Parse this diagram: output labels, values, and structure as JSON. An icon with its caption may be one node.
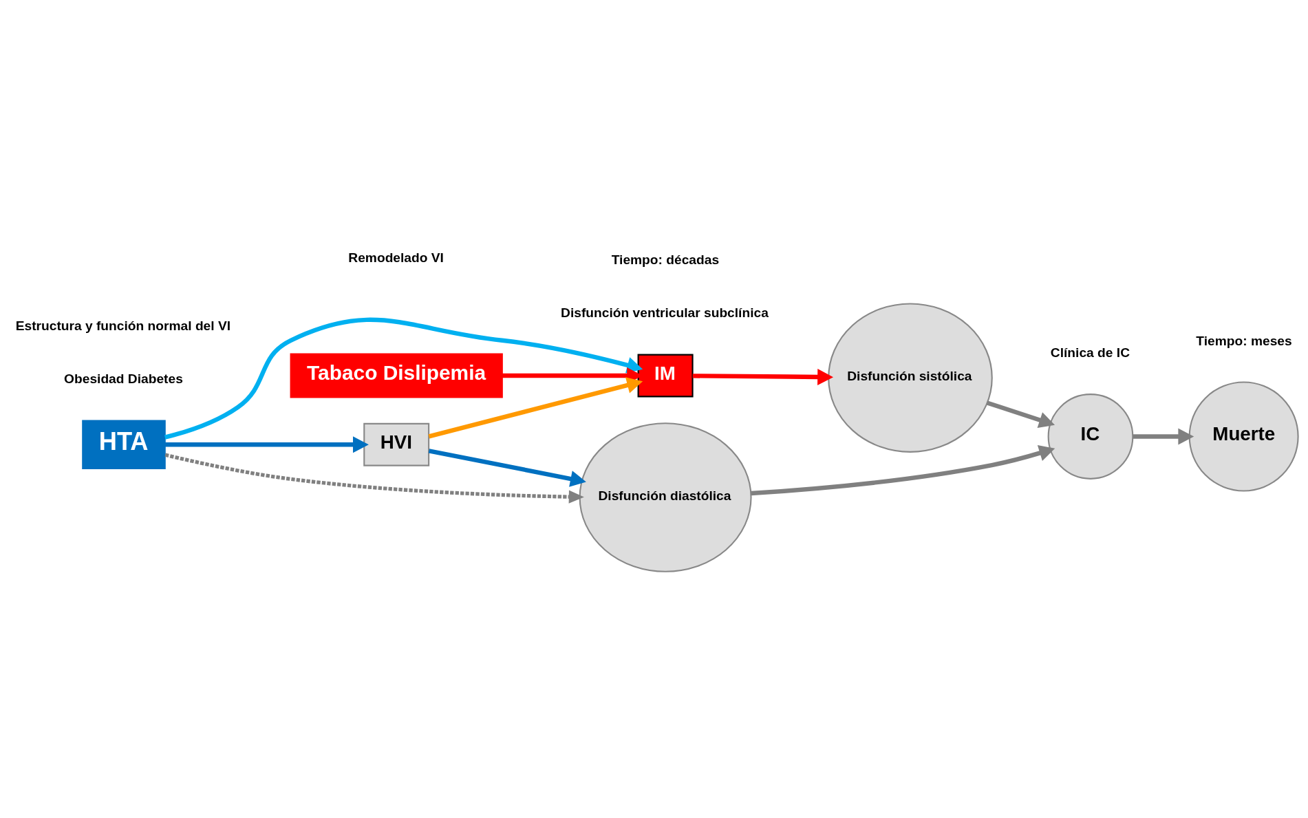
{
  "diagram": {
    "nodes": [
      {
        "text": [
          "HTA"
        ]
      },
      {
        "text": [
          "Tabaco Dislipemia"
        ]
      },
      {
        "text": [
          "HVI"
        ]
      },
      {
        "text": [
          "IM"
        ]
      },
      {
        "text": [
          "Disfunción diastólica"
        ]
      },
      {
        "text": [
          "Disfunción sistólica"
        ]
      },
      {
        "text": [
          "IC"
        ]
      },
      {
        "text": [
          "Muerte"
        ]
      }
    ],
    "edges": [
      {
        "from": 0,
        "to": 2,
        "arrow": "to",
        "color": "#0070c0"
      },
      {
        "from": 2,
        "to": 4,
        "arrow": "to",
        "color": "#0070c0"
      },
      {
        "from": 0,
        "to": 4,
        "arrow": "to",
        "style": "dashed"
      },
      {
        "from": 2,
        "to": 3,
        "arrow": "to",
        "color": "#ff9900"
      },
      {
        "from": 0,
        "to": 3,
        "arrow": "to",
        "color": "#00b0f0"
      },
      {
        "from": 1,
        "to": 3,
        "arrow": "to",
        "color": "#ff0000"
      },
      {
        "from": 3,
        "to": 5,
        "arrow": "to",
        "color": "#ff0000"
      },
      {
        "from": 4,
        "to": 6,
        "arrow": "to"
      },
      {
        "from": 5,
        "to": 6,
        "arrow": "to"
      },
      {
        "from": 6,
        "to": 7,
        "arrow": "to"
      }
    ],
    "labels": [
      "Obesidad Diabetes",
      "Estructura y función normal del VI",
      "Remodelado VI",
      "Disfunción ventricular subclínica",
      "Clínica de IC",
      "Tiempo: décadas",
      "Tiempo: meses"
    ]
  }
}
